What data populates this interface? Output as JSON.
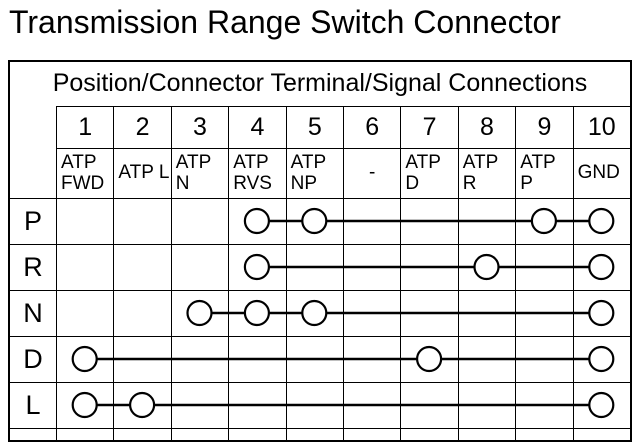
{
  "title": "Transmission Range Switch Connector",
  "table": {
    "header": "Position/Connector Terminal/Signal Connections",
    "terminals": [
      "1",
      "2",
      "3",
      "4",
      "5",
      "6",
      "7",
      "8",
      "9",
      "10"
    ],
    "signals": [
      "ATP FWD",
      "ATP L",
      "ATP N",
      "ATP RVS",
      "ATP NP",
      "-",
      "ATP D",
      "ATP R",
      "ATP P",
      "GND"
    ],
    "rows": [
      {
        "label": "P",
        "connected_terminals": [
          4,
          5,
          9,
          10
        ]
      },
      {
        "label": "R",
        "connected_terminals": [
          4,
          8,
          10
        ]
      },
      {
        "label": "N",
        "connected_terminals": [
          3,
          4,
          5,
          10
        ]
      },
      {
        "label": "D",
        "connected_terminals": [
          1,
          7,
          10
        ]
      },
      {
        "label": "L",
        "connected_terminals": [
          1,
          2,
          10
        ]
      }
    ]
  },
  "colors": {
    "ink": "#000000",
    "background": "#ffffff"
  }
}
